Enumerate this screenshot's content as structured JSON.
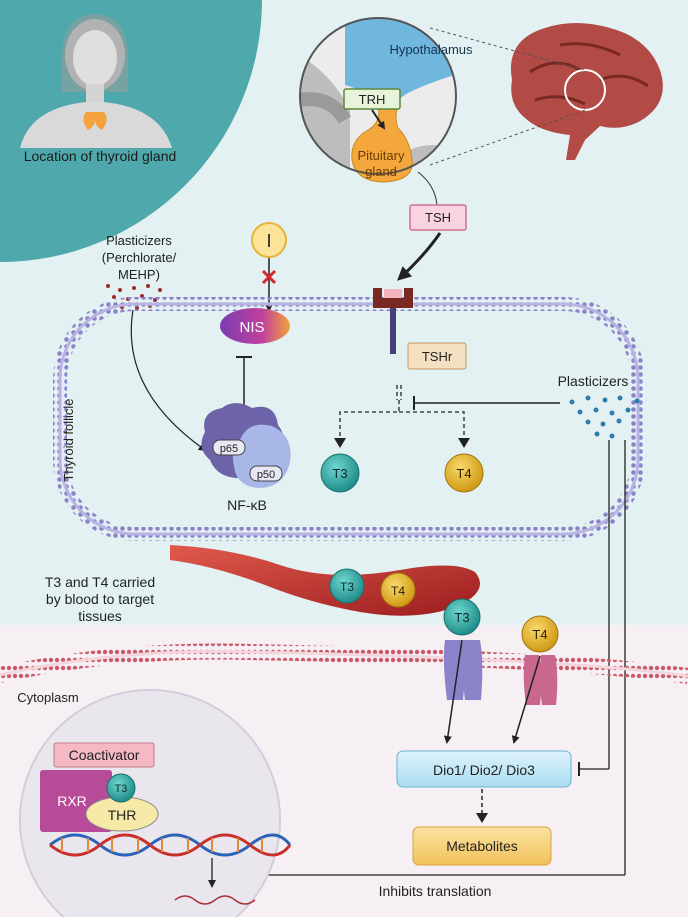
{
  "labels": {
    "location": "Location of thyroid gland",
    "hypothalamus": "Hypothalamus",
    "trh": "TRH",
    "pituitary_line1": "Pituitary",
    "pituitary_line2": "gland",
    "tsh": "TSH",
    "iodide": "I",
    "plasticizers_top_line1": "Plasticizers",
    "plasticizers_top_line2": "(Perchlorate/",
    "plasticizers_top_line3": "MEHP)",
    "nis": "NIS",
    "tshr": "TSHr",
    "plasticizers_right": "Plasticizers",
    "thyroid_follicle": "Thyroid follicle",
    "p65": "p65",
    "p50": "p50",
    "nfkb": "NF-κB",
    "t3": "T3",
    "t4": "T4",
    "carried_line1": "T3 and T4 carried",
    "carried_line2": "by blood to target",
    "carried_line3": "tissues",
    "cytoplasm": "Cytoplasm",
    "coactivator": "Coactivator",
    "rxr": "RXR",
    "thr": "THR",
    "dio": "Dio1/ Dio2/ Dio3",
    "metabolites": "Metabolites",
    "inhibits_translation": "Inhibits translation"
  },
  "colors": {
    "top_background": "#e3f1f3",
    "bottom_background": "#f6eff3",
    "teal_circle": "#5bb3b6",
    "hypothalamus": "#6fb7dc",
    "pituitary": "#f3a73c",
    "membrane": "#8b83c9",
    "t3": "#2ea7a3",
    "t4": "#e8b830",
    "nis": "#8a3fb0",
    "blood": "#c8302a",
    "dio_box": "#bfe6f7",
    "metabolites_box": "#f6d27c"
  }
}
